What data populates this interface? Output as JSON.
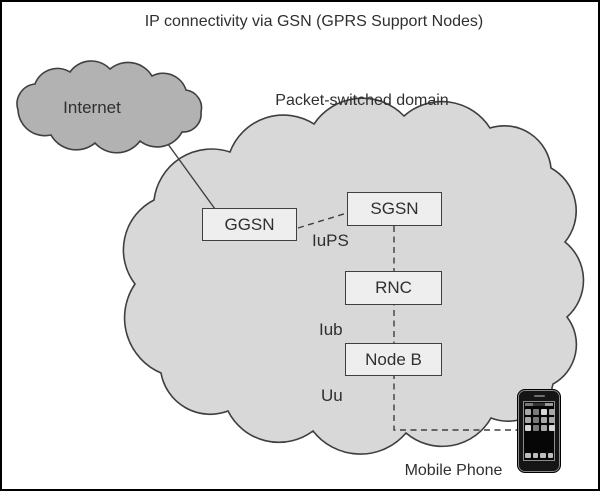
{
  "title": "IP connectivity via GSN (GPRS Support Nodes)",
  "clouds": {
    "internet": {
      "label": "Internet"
    },
    "packet_switched": {
      "label": "Packet-switched domain"
    }
  },
  "nodes": {
    "ggsn": {
      "label": "GGSN"
    },
    "sgsn": {
      "label": "SGSN"
    },
    "rnc": {
      "label": "RNC"
    },
    "node_b": {
      "label": "Node B"
    }
  },
  "interfaces": {
    "iups": {
      "label": "IuPS"
    },
    "iub": {
      "label": "Iub"
    },
    "uu": {
      "label": "Uu"
    }
  },
  "device": {
    "label": "Mobile Phone"
  },
  "colors": {
    "background": "#ffffff",
    "border": "#000000",
    "cloud_fill": "#d8d8d8",
    "internet_fill": "#b2b2b2",
    "box_fill": "#eeeeee",
    "line": "#3f3f3f",
    "text": "#2f2f2f"
  }
}
